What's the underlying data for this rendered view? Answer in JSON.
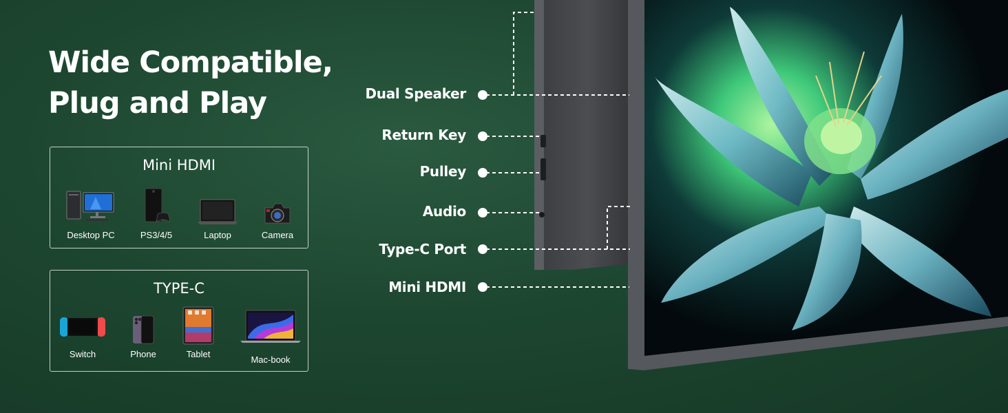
{
  "headline": {
    "line1": "Wide Compatible,",
    "line2": "Plug and Play"
  },
  "boxes": [
    {
      "title": "Mini HDMI",
      "devices": [
        {
          "label": "Desktop PC",
          "icon": "desktop-pc-icon"
        },
        {
          "label": "PS3/4/5",
          "icon": "game-console-icon"
        },
        {
          "label": "Laptop",
          "icon": "laptop-icon"
        },
        {
          "label": "Camera",
          "icon": "camera-icon"
        }
      ]
    },
    {
      "title": "TYPE-C",
      "devices": [
        {
          "label": "Switch",
          "icon": "switch-console-icon"
        },
        {
          "label": "Phone",
          "icon": "phone-icon"
        },
        {
          "label": "Tablet",
          "icon": "tablet-icon"
        },
        {
          "label": "Mac-book",
          "icon": "macbook-icon"
        }
      ]
    }
  ],
  "ports": [
    {
      "label": "Dual Speaker"
    },
    {
      "label": "Return Key"
    },
    {
      "label": "Pulley"
    },
    {
      "label": "Audio"
    },
    {
      "label": "Type-C Port"
    },
    {
      "label": "Mini HDMI"
    }
  ],
  "colors": {
    "background": "#1d4630",
    "flower_glow": "#7fe08a",
    "petal": "#9fd9e0",
    "monitor_frame": "#55585c"
  }
}
